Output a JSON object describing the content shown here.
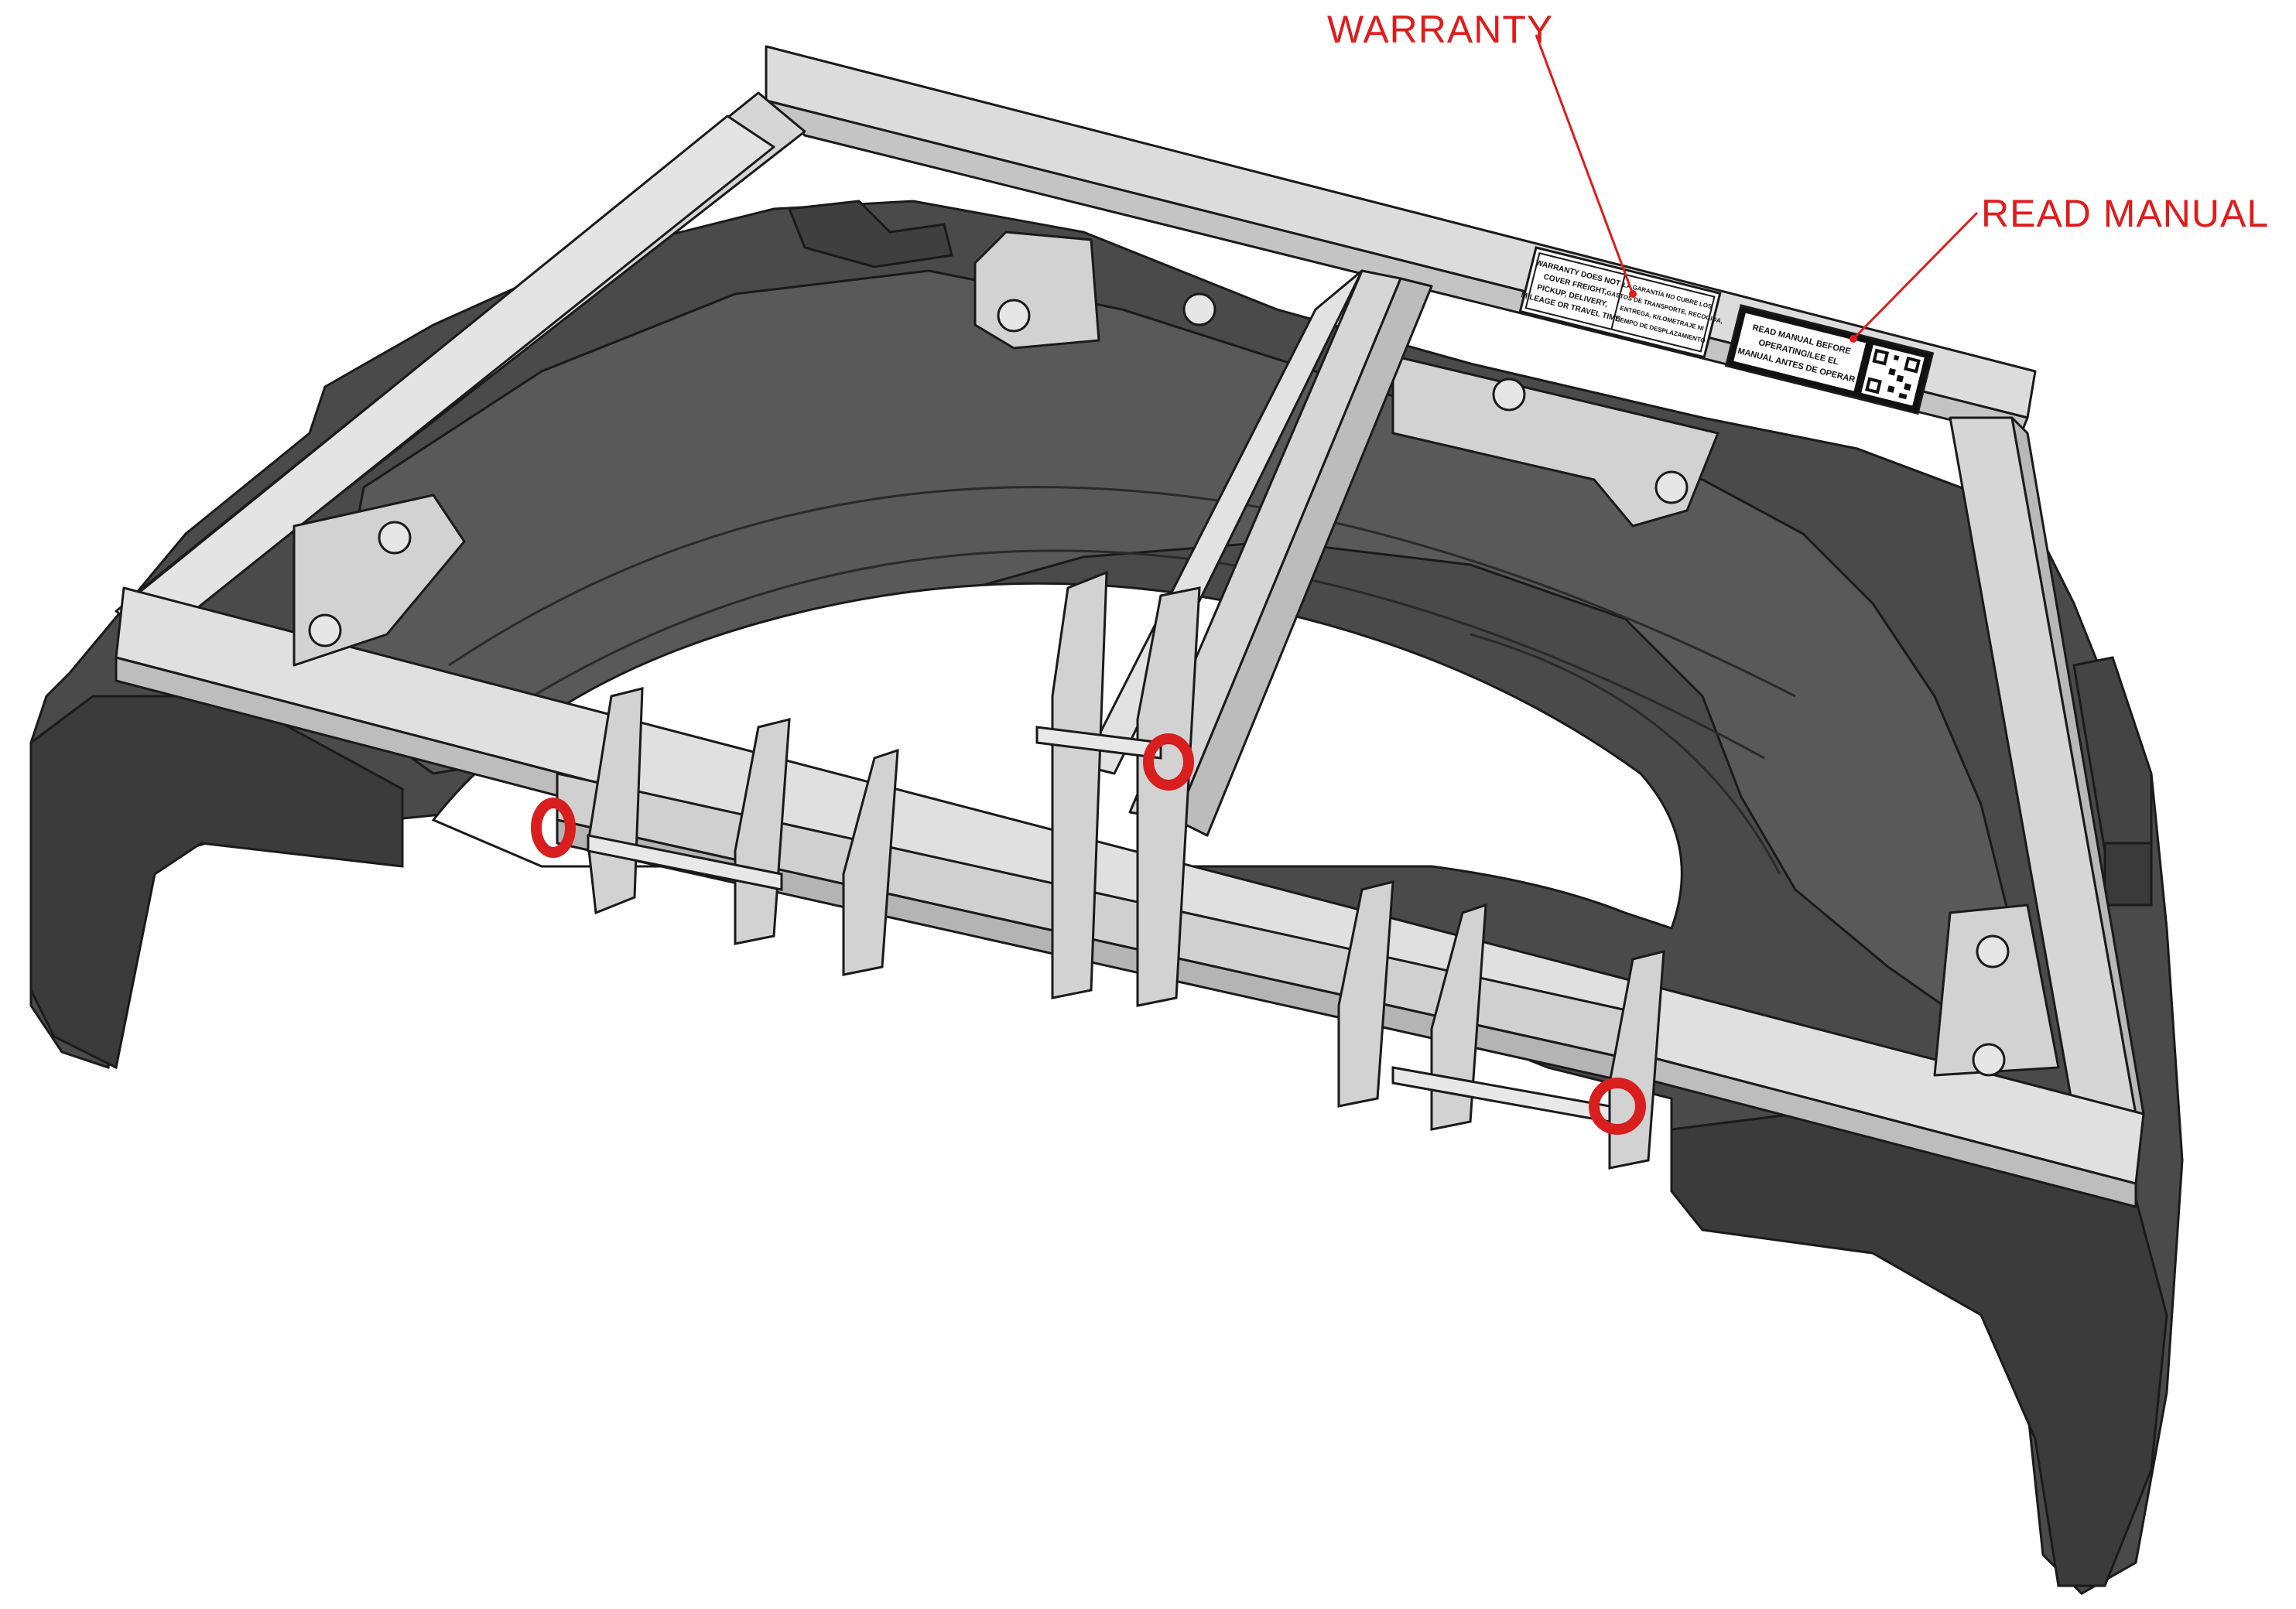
{
  "callouts": {
    "warranty": {
      "label": "WARRANTY"
    },
    "read_manual": {
      "label": "READ MANUAL"
    },
    "color": "#e01b1b"
  },
  "decals": {
    "warranty_en": [
      "WARRANTY DOES NOT",
      "COVER FREIGHT,",
      "PICKUP, DELIVERY,",
      "MILEAGE OR TRAVEL TIME"
    ],
    "warranty_es": [
      "LA GARANTÍA NO CUBRE LOS",
      "GASTOS DE TRANSPORTE, RECOGIDA,",
      "ENTREGA, KILOMETRAJE NI",
      "TIEMPO DE DESPLAZAMIENTO"
    ],
    "read_manual": [
      "READ MANUAL BEFORE",
      "OPERATING/LEE EL",
      "MANUAL ANTES DE OPERAR"
    ]
  },
  "colors": {
    "tire": "#4b4b4b",
    "tire_dark": "#383838",
    "tire_inner": "#5a5a5a",
    "frame": "#d9d9d9",
    "frame_shade": "#bdbdbd",
    "outline": "#1a1a1a",
    "pin_red": "#d81e1e"
  }
}
